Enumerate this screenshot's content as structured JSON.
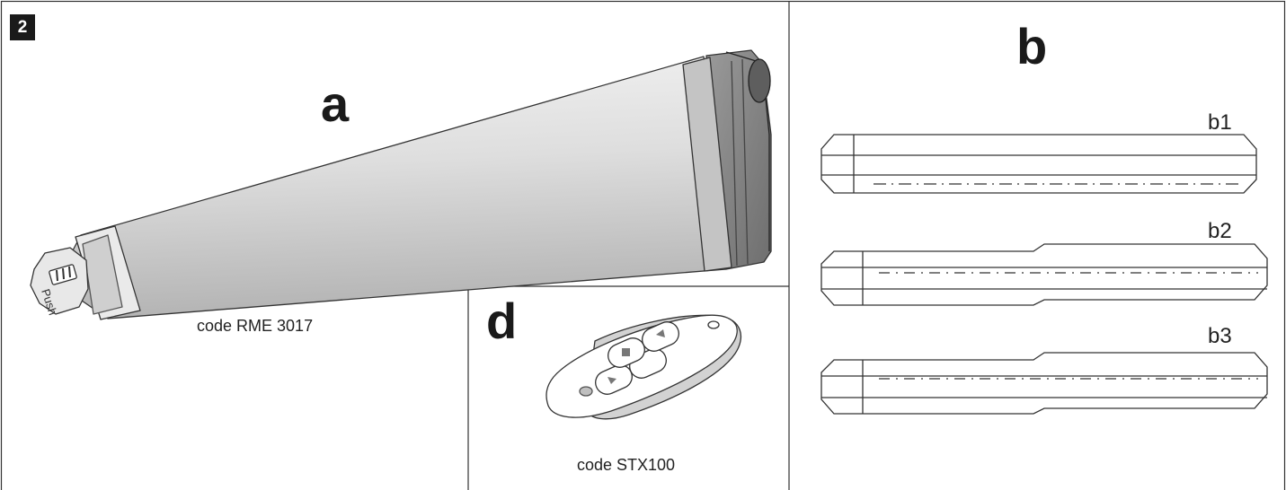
{
  "figure": {
    "number": "2"
  },
  "panel_a": {
    "letter": "a",
    "caption": "code RME 3017",
    "push_text": "Push"
  },
  "panel_b": {
    "letter": "b",
    "variants": [
      "b1",
      "b2",
      "b3"
    ]
  },
  "panel_d": {
    "letter": "d",
    "caption": "code STX100"
  },
  "colors": {
    "line": "#333333",
    "motor_light": "#dcdcdc",
    "motor_shade": "#a8a8a8",
    "badge": "#1a1a1a"
  }
}
